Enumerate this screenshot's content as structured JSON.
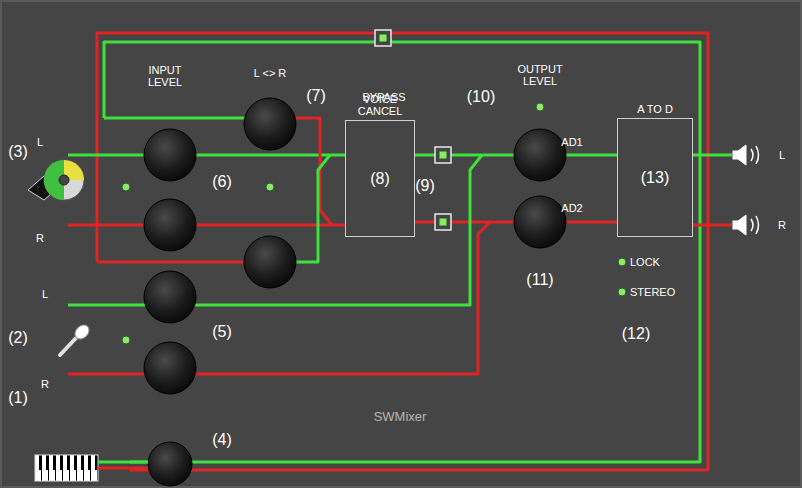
{
  "diagram": {
    "nodes": [
      {
        "text": [
          "VOICE CANCEL",
          "(8)"
        ]
      },
      {
        "text": [
          "A TO D",
          "(13)"
        ]
      }
    ],
    "edges": [
      {
        "from": 0,
        "to": 1,
        "arrow": "none"
      },
      {
        "from": 0,
        "to": 1,
        "arrow": "none"
      }
    ],
    "labels": [
      "INPUT LEVEL",
      "L <> R",
      "(7)",
      "BYPASS",
      "(10)",
      "OUTPUT LEVEL",
      "AD1",
      "AD2",
      "(3)",
      "L",
      "R",
      "(6)",
      "(9)",
      "(11)",
      "LOCK",
      "STEREO",
      "(12)",
      "L",
      "R",
      "(2)",
      "(5)",
      "(1)",
      "L",
      "R",
      "SWMixer",
      "(4)"
    ]
  }
}
